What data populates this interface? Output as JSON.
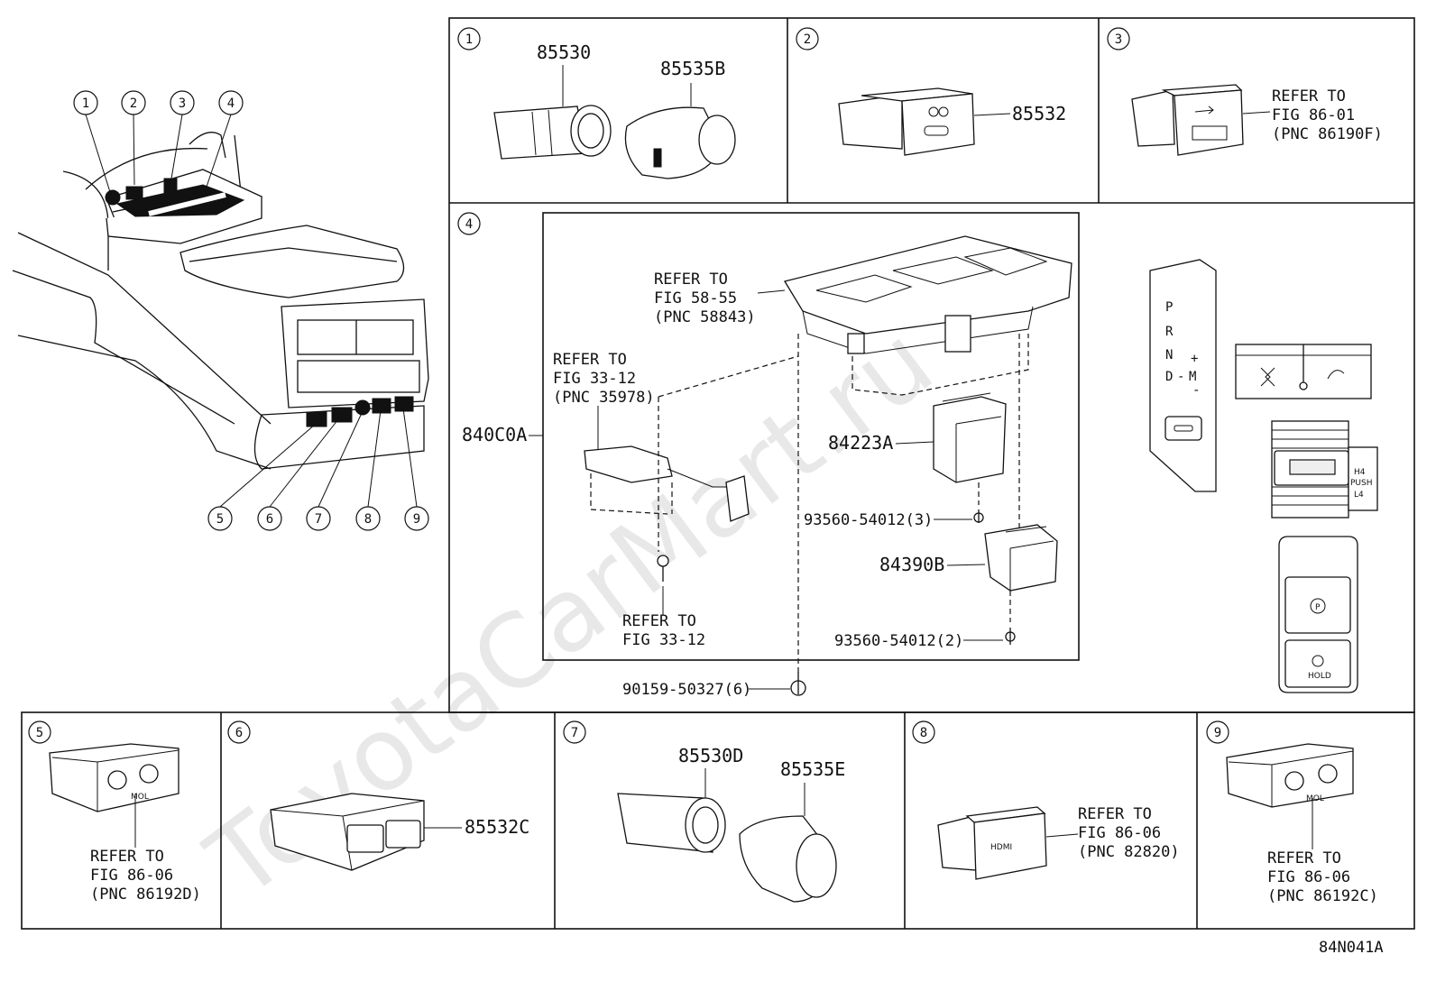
{
  "overview": {
    "top_callouts": [
      "1",
      "2",
      "3",
      "4"
    ],
    "bottom_callouts": [
      "5",
      "6",
      "7",
      "8",
      "9"
    ]
  },
  "panels": {
    "p1": {
      "number": "1",
      "parts": [
        "85530",
        "85535B"
      ]
    },
    "p2": {
      "number": "2",
      "part": "85532"
    },
    "p3": {
      "number": "3",
      "refer": [
        "REFER TO",
        "FIG 86-01",
        "(PNC 86190F)"
      ]
    },
    "p4": {
      "number": "4",
      "refer_58": [
        "REFER TO",
        "FIG 58-55",
        "(PNC 58843)"
      ],
      "refer_33": [
        "REFER TO",
        "FIG 33-12",
        "(PNC 35978)"
      ],
      "refer_33b": [
        "REFER TO",
        "FIG 33-12"
      ],
      "assembly": "840C0A",
      "switch_a": "84223A",
      "screw_3": "93560-54012(3)",
      "switch_b": "84390B",
      "screw_2": "93560-54012(2)",
      "bolt": "90159-50327(6)"
    },
    "p5": {
      "number": "5",
      "refer": [
        "REFER TO",
        "FIG 86-06",
        "(PNC 86192D)"
      ]
    },
    "p6": {
      "number": "6",
      "part": "85532C"
    },
    "p7": {
      "number": "7",
      "parts": [
        "85530D",
        "85535E"
      ]
    },
    "p8": {
      "number": "8",
      "refer": [
        "REFER TO",
        "FIG 86-06",
        "(PNC 82820)"
      ]
    },
    "p9": {
      "number": "9",
      "refer": [
        "REFER TO",
        "FIG 86-06",
        "(PNC 86192C)"
      ]
    }
  },
  "shifter": {
    "gear_letters": [
      "P",
      "R",
      "N",
      "D"
    ],
    "manual": "M",
    "plus": "+",
    "minus": "-",
    "push_label": "PUSH",
    "h4": "H4",
    "l4": "L4",
    "hold": "HOLD",
    "park": "P"
  },
  "usb_marks": {
    "hdmi": "HDMI",
    "mol": "MOL"
  },
  "watermark": "ToyotaCarMart.ru",
  "figure_code": "84N041A"
}
